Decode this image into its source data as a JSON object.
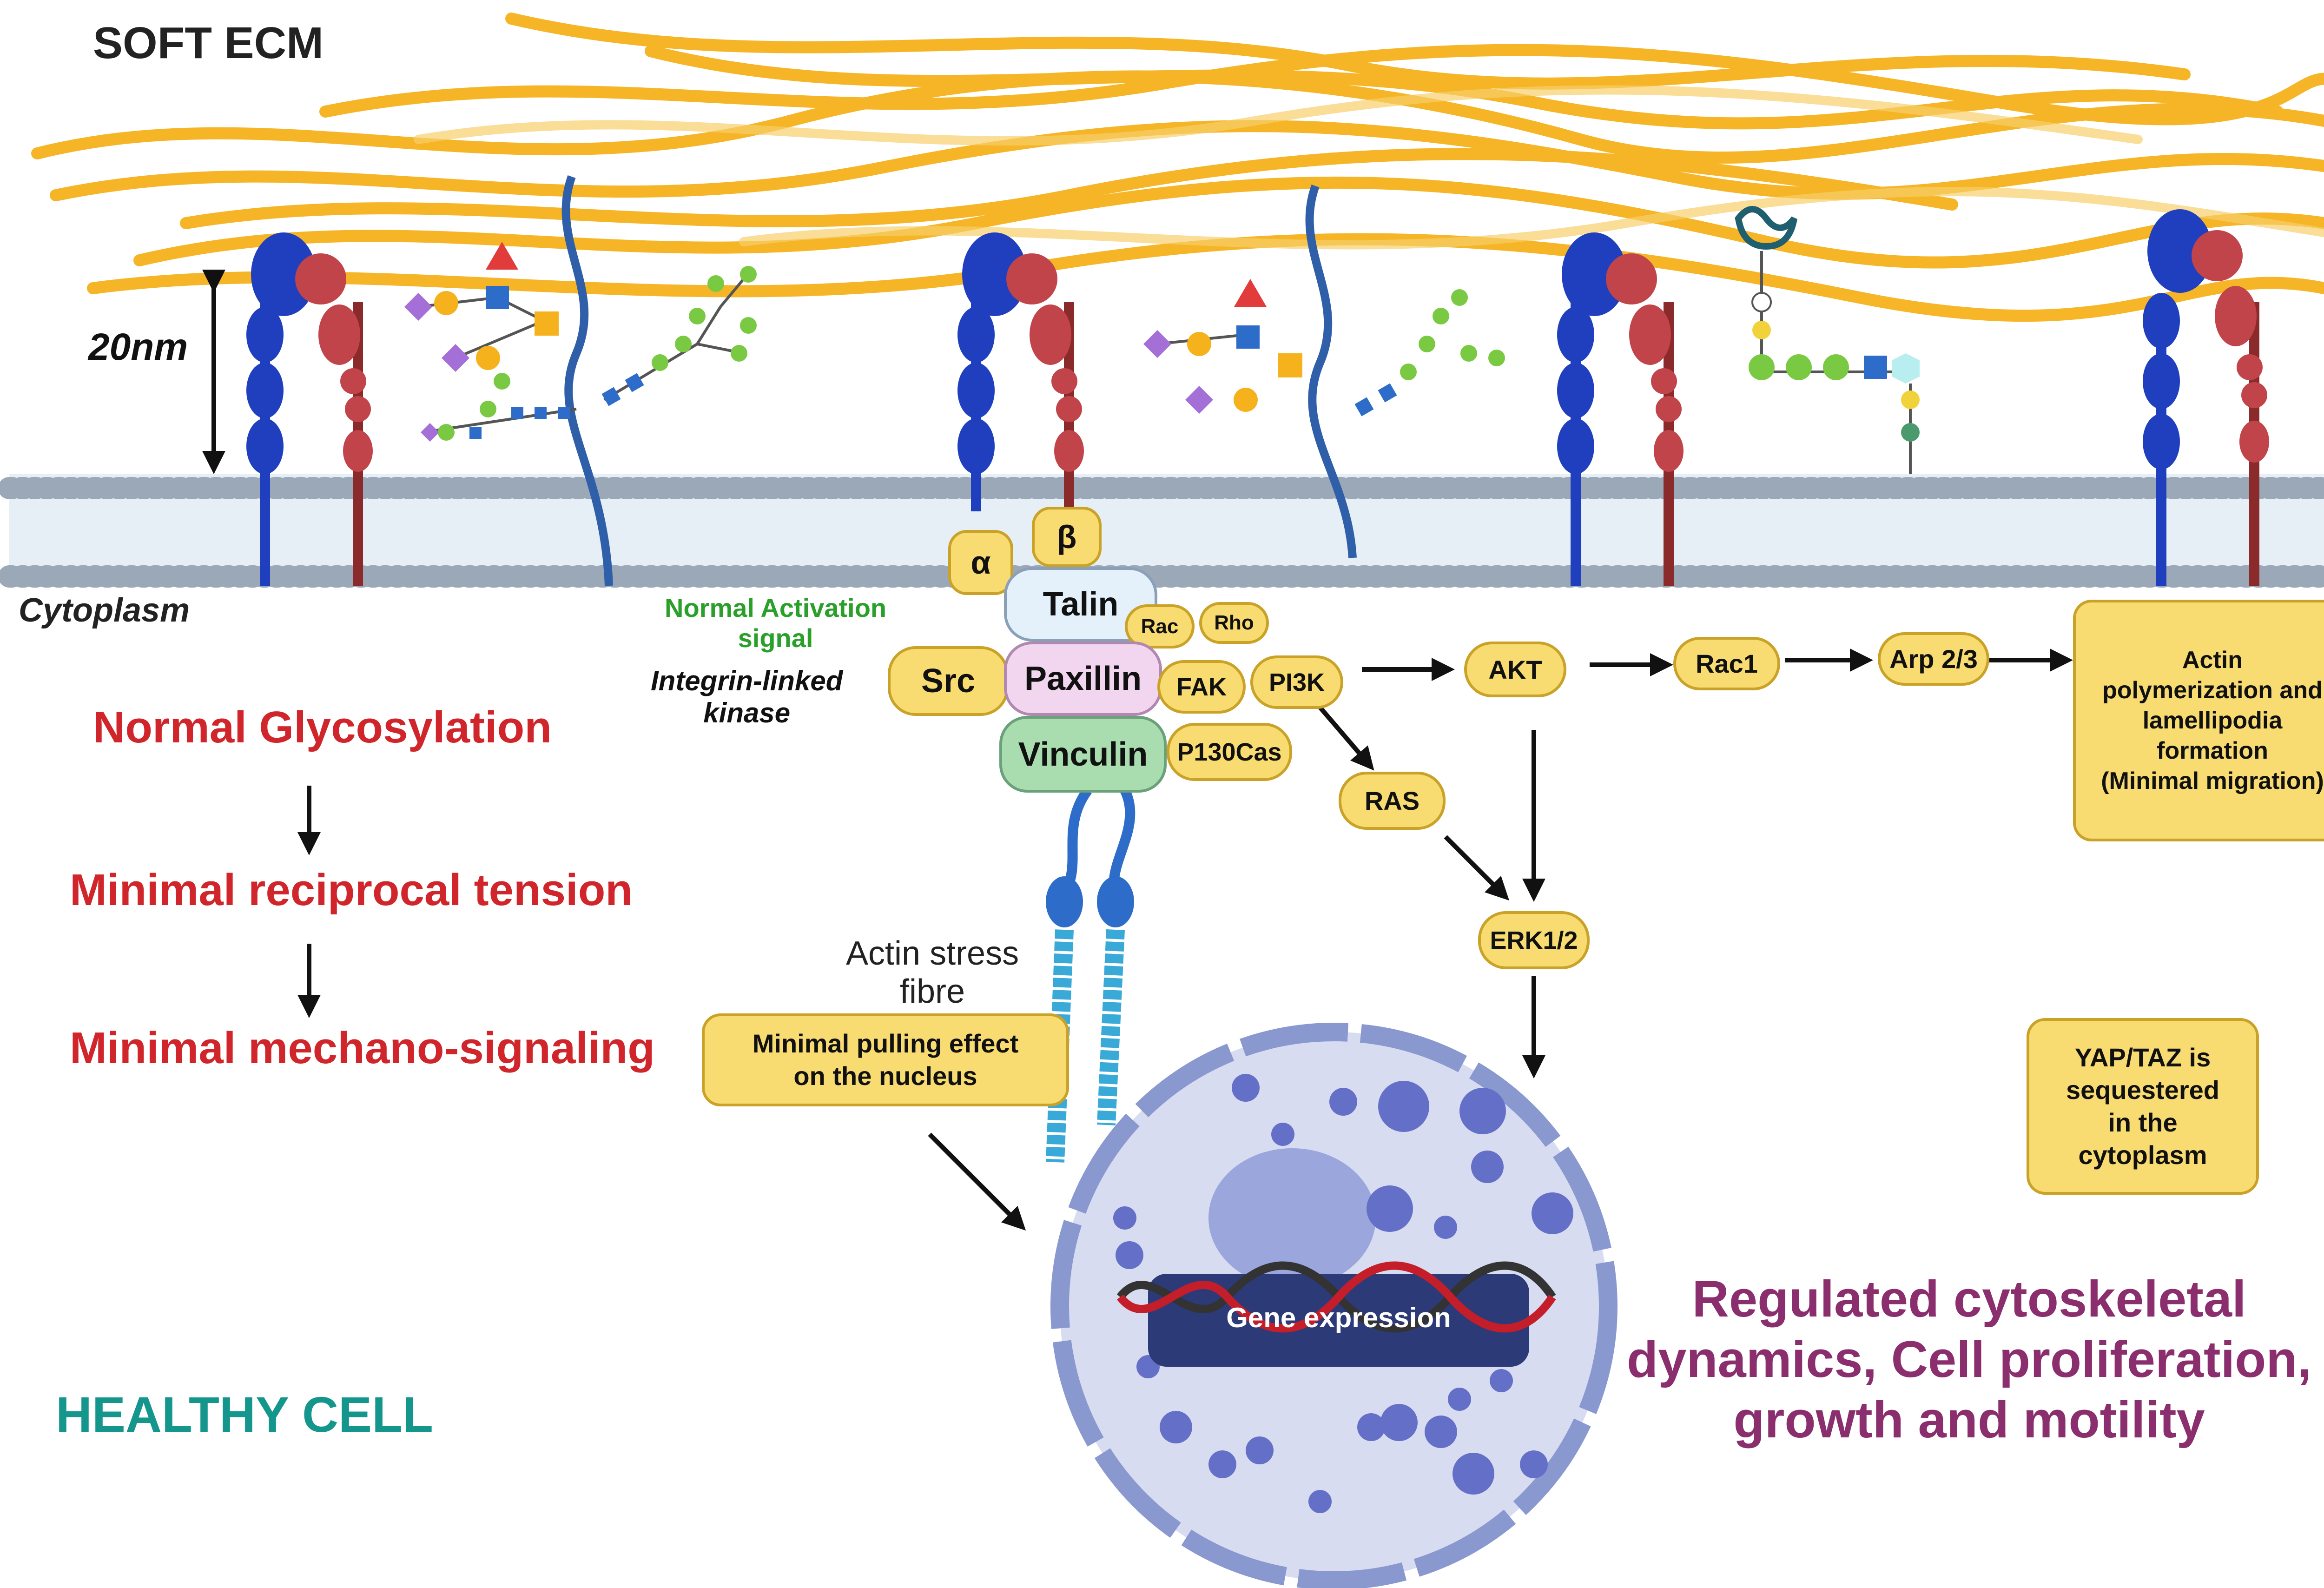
{
  "labels": {
    "soft_ecm": "SOFT ECM",
    "distance": "20nm",
    "cytoplasm": "Cytoplasm",
    "normal_activation": "Normal Activation\nsignal",
    "integrin_linked": "Integrin-linked\nkinase",
    "actin_stress": "Actin stress\nfibre",
    "healthy_cell": "HEALTHY CELL",
    "outcome": "Regulated cytoskeletal\ndynamics, Cell proliferation,\ngrowth and motility"
  },
  "flow": [
    "Normal Glycosylation",
    "Minimal reciprocal tension",
    "Minimal mechano-signaling"
  ],
  "adhesion": {
    "alpha": "α",
    "beta": "β",
    "talin": "Talin",
    "paxillin": "Paxillin",
    "vinculin": "Vinculin",
    "src": "Src",
    "rac": "Rac",
    "rho": "Rho",
    "fak": "FAK",
    "p130cas": "P130Cas"
  },
  "signaling": {
    "pi3k": "PI3K",
    "akt": "AKT",
    "rac1": "Rac1",
    "arp": "Arp 2/3",
    "ras": "RAS",
    "erk": "ERK1/2",
    "actin_box": "Actin\npolymerization and\nlamellipodia\nformation\n(Minimal migration)"
  },
  "notes": {
    "pulling": "Minimal pulling effect\non the nucleus",
    "yap": "YAP/TAZ is\nsequestered\nin the\ncytoplasm",
    "gene": "Gene expression"
  },
  "colors": {
    "ecm_fiber": "#f5b21c",
    "integrin_alpha": "#1f3fbf",
    "integrin_beta": "#c0444a",
    "membrane": "#9aa8b8",
    "flow_text": "#d0262b",
    "healthy": "#14968c",
    "outcome": "#8a2e6e",
    "activation": "#2aa02a",
    "box_fill": "#f8dc72",
    "talin": "#e4f1fb",
    "paxillin": "#f2d6f0",
    "vinculin": "#a9ddb0",
    "nucleus": "#d8dcf0",
    "gene_bar": "#2c3a78"
  }
}
